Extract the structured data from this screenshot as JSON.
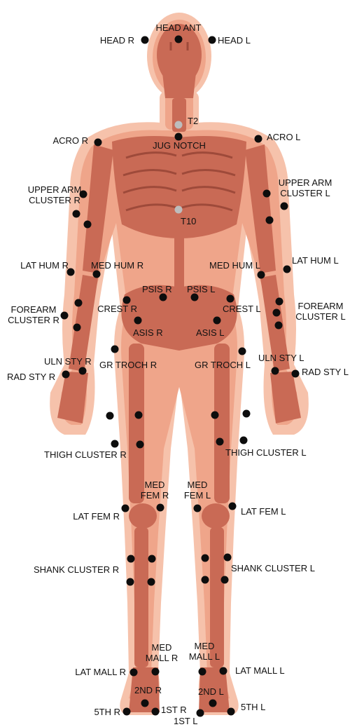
{
  "colors": {
    "skin_outline": "#F6C2AB",
    "skin": "#EFA58A",
    "bone": "#C96A55",
    "bone_dark": "#9E4A3A",
    "marker": "#0d0d0d",
    "marker_gray": "#bdbdbd"
  },
  "labels": {
    "head_r": "HEAD R",
    "head_ant": "HEAD ANT",
    "head_l": "HEAD L",
    "t2": "T2",
    "jug_notch": "JUG NOTCH",
    "acro_r": "ACRO R",
    "acro_l": "ACRO L",
    "upper_arm_cluster_r": "UPPER ARM\nCLUSTER R",
    "upper_arm_cluster_l": "UPPER ARM\nCLUSTER L",
    "t10": "T10",
    "lat_hum_r": "LAT HUM R",
    "med_hum_r": "MED HUM R",
    "med_hum_l": "MED HUM L",
    "lat_hum_l": "LAT HUM L",
    "psis_r": "PSIS R",
    "psis_l": "PSIS L",
    "forearm_cluster_r": "FOREARM\nCLUSTER R",
    "forearm_cluster_l": "FOREARM\nCLUSTER L",
    "crest_r": "CREST R",
    "crest_l": "CREST L",
    "asis_r": "ASIS R",
    "asis_l": "ASIS L",
    "uln_sty_r": "ULN STY R",
    "uln_sty_l": "ULN STY L",
    "rad_sty_r": "RAD STY R",
    "rad_sty_l": "RAD STY L",
    "gr_troch_r": "GR TROCH R",
    "gr_troch_l": "GR TROCH L",
    "thigh_cluster_r": "THIGH CLUSTER R",
    "thigh_cluster_l": "THIGH CLUSTER L",
    "med_fem_r": "MED\nFEM R",
    "med_fem_l": "MED\nFEM L",
    "lat_fem_r": "LAT FEM R",
    "lat_fem_l": "LAT FEM L",
    "shank_cluster_r": "SHANK CLUSTER R",
    "shank_cluster_l": "SHANK CLUSTER L",
    "med_mall_r": "MED\nMALL R",
    "med_mall_l": "MED\nMALL L",
    "lat_mall_r": "LAT MALL R",
    "lat_mall_l": "LAT MALL L",
    "second_r": "2ND R",
    "second_l": "2ND L",
    "fifth_r": "5TH R",
    "fifth_l": "5TH L",
    "first_r": "1ST R",
    "first_l": "1ST L"
  }
}
